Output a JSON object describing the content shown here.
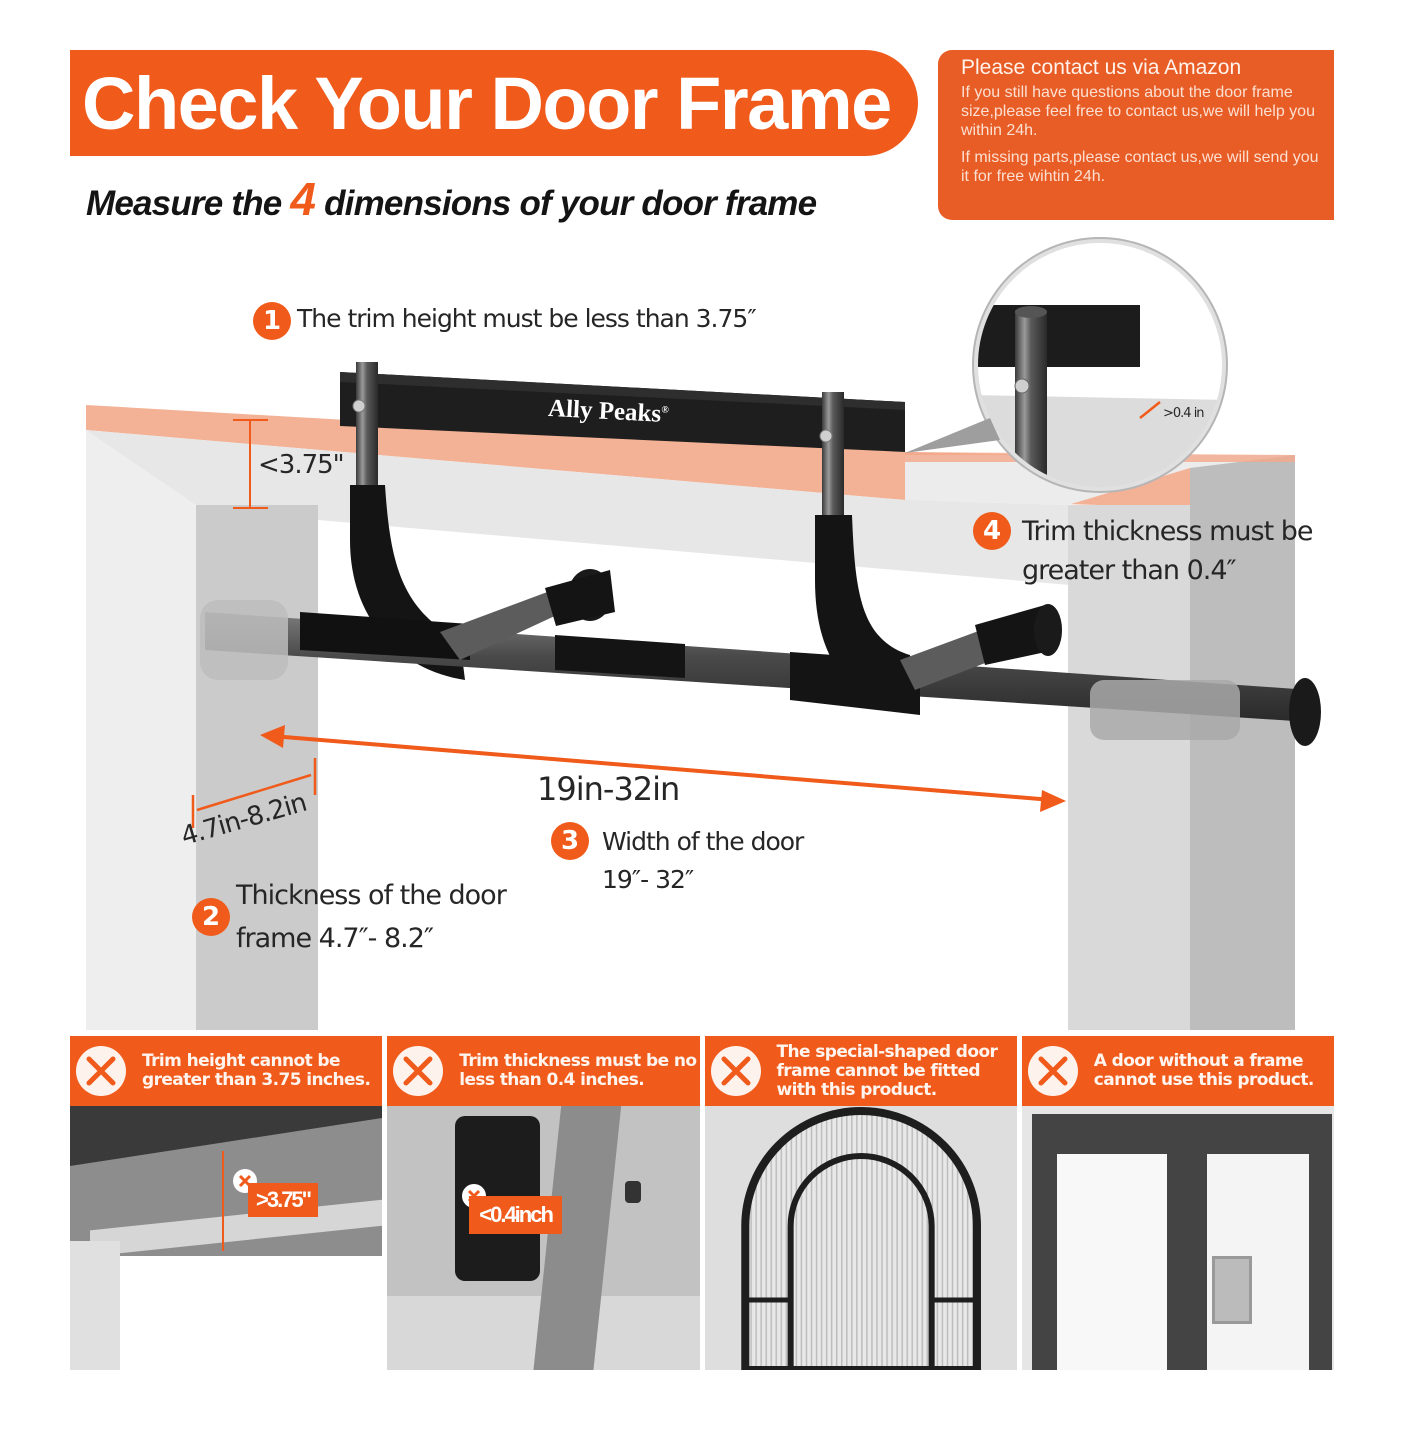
{
  "header": {
    "title": "Check Your Door Frame",
    "subtitle_prefix": "Measure the ",
    "subtitle_number": "4",
    "subtitle_suffix": " dimensions of  your door frame"
  },
  "contact": {
    "title": "Please contact us via Amazon",
    "paragraphs": [
      "If you still have questions about the door frame size,please feel free to contact us,we will help you within 24h.",
      "If missing parts,please contact us,we will send you it for free wihtin 24h."
    ]
  },
  "colors": {
    "accent": "#f05a1a",
    "contact_bg": "#e85c25",
    "text_dark": "#262626",
    "frame_light": "#e2e2e2",
    "frame_dark": "#c9c9c9",
    "trim": "#f2a98a",
    "bar_black": "#1c1c1c",
    "bar_steel": "#5a5a5a"
  },
  "product": {
    "brand": "Ally Peaks",
    "brand_mark": "®"
  },
  "steps": [
    {
      "number": "1",
      "text": "The trim height must be less than 3.75″"
    },
    {
      "number": "2",
      "line1": "Thickness of the door",
      "line2": "frame 4.7″- 8.2″"
    },
    {
      "number": "3",
      "line1": "Width of the door",
      "line2": "19″- 32″"
    },
    {
      "number": "4",
      "line1": "Trim thickness must be",
      "line2": "greater than 0.4″"
    }
  ],
  "dimension_labels": {
    "trim_height": "<3.75\"",
    "frame_thickness": "4.7in-8.2in",
    "door_width": "19in-32in",
    "trim_thickness": ">0.4 in"
  },
  "warnings": [
    {
      "icon": "x-icon",
      "text": "Trim height cannot be greater than 3.75 inches.",
      "callout": ">3.75\""
    },
    {
      "icon": "x-icon",
      "text": "Trim thickness must be no less than 0.4 inches.",
      "callout": "<0.4inch"
    },
    {
      "icon": "x-icon",
      "text": "The special-shaped door frame cannot be fitted with this product."
    },
    {
      "icon": "x-icon",
      "text": "A door without a frame cannot use this product."
    }
  ]
}
